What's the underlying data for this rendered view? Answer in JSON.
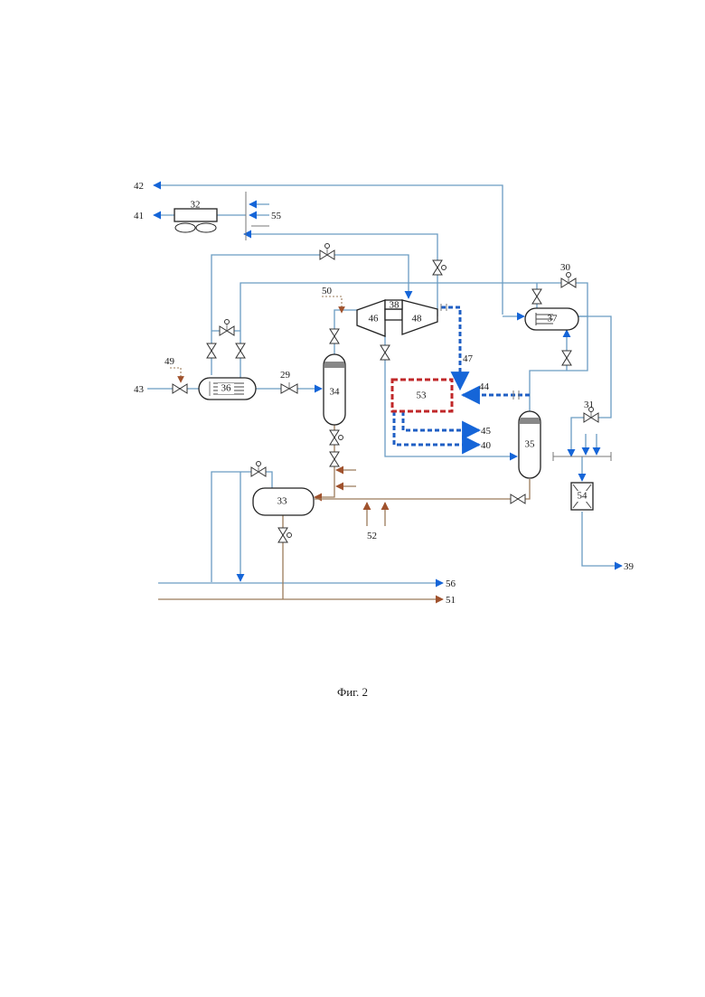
{
  "figure": {
    "caption": "Фиг. 2"
  },
  "equipment": {
    "e29": "29",
    "e30": "30",
    "e31": "31",
    "e32": "32",
    "e33": "33",
    "e34": "34",
    "e35": "35",
    "e36": "36",
    "e37": "37",
    "e38": "38",
    "e46": "46",
    "e48": "48",
    "e53": "53",
    "e54": "54"
  },
  "streams": {
    "s39": "39",
    "s40": "40",
    "s41": "41",
    "s42": "42",
    "s43": "43",
    "s44": "44",
    "s45": "45",
    "s47": "47",
    "s49": "49",
    "s50": "50",
    "s51": "51",
    "s52": "52",
    "s55": "55",
    "s56": "56"
  },
  "colors": {
    "water_line": "#6a9cc2",
    "steam_line": "#9b7b5a",
    "flow_arrow_blue": "#1565d8",
    "flow_arrow_brown": "#a0522d",
    "hot_unit_border": "#c0282a",
    "dashed_flow": "#1f5fc4"
  }
}
